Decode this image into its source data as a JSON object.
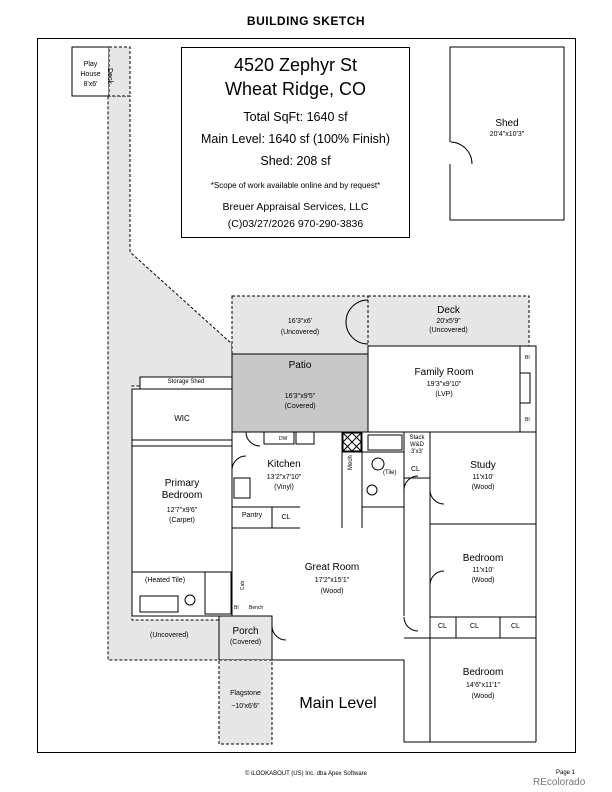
{
  "sheet_title": "BUILDING SKETCH",
  "info": {
    "address_line1": "4520 Zephyr St",
    "address_line2": "Wheat Ridge, CO",
    "total_sqft": "Total SqFt: 1640 sf",
    "main_level": "Main Level: 1640 sf (100% Finish)",
    "shed": "Shed: 208 sf",
    "scope_note": "*Scope of work available online and by request*",
    "company": "Breuer Appraisal Services, LLC",
    "copyright_phone": "(C)03/27/2026   970-290-3836"
  },
  "rooms": {
    "play_house": [
      "Play",
      "House",
      "8'x6'"
    ],
    "small_deck": "Deck",
    "shed": [
      "Shed",
      "20'4\"x10'3\""
    ],
    "upper_uncovered": [
      "16'3\"x6'",
      "(Uncovered)"
    ],
    "deck": [
      "Deck",
      "20'x5'9\"",
      "(Uncovered)"
    ],
    "patio": [
      "Patio",
      "16'3\"x9'5\"",
      "(Covered)"
    ],
    "family_room": [
      "Family Room",
      "19'3\"x9'10\"",
      "(LVP)"
    ],
    "storage_shed": "Storage Shed",
    "wic": "WIC",
    "primary_bedroom": [
      "Primary",
      "Bedroom",
      "12'7\"x9'6\"",
      "(Carpet)"
    ],
    "kitchen": [
      "Kitchen",
      "13'2\"x7'10\"",
      "(Vinyl)"
    ],
    "dw": "DW",
    "mech": "Mech",
    "tile": "(Tile)",
    "stack_wd": [
      "Stack",
      "W&D",
      "3'x3'"
    ],
    "closet": "CL",
    "study": [
      "Study",
      "11'x10'",
      "(Wood)"
    ],
    "pantry": "Pantry",
    "bedroom2": [
      "Bedroom",
      "11'x10'",
      "(Wood)"
    ],
    "great_room": [
      "Great Room",
      "17'2\"x15'1\"",
      "(Wood)"
    ],
    "heated_tile": "(Heated Tile)",
    "cab": "Cab",
    "bi": "BI",
    "bench": "Bench",
    "left_uncovered": "(Uncovered)",
    "porch": [
      "Porch",
      "(Covered)"
    ],
    "bedroom3": [
      "Bedroom",
      "14'6\"x11'1\"",
      "(Wood)"
    ],
    "flagstone": [
      "Flagstone",
      "~10'x6'6\""
    ],
    "level_label": "Main Level"
  },
  "footer": {
    "credit": "© iLOOKABOUT (US) Inc. dba Apex Software",
    "page": "Page 1",
    "brand": "REcolorado"
  },
  "colors": {
    "outdoor_fill": "#e6e6e6",
    "patio_fill": "#c8c8c8",
    "line": "#000000"
  }
}
